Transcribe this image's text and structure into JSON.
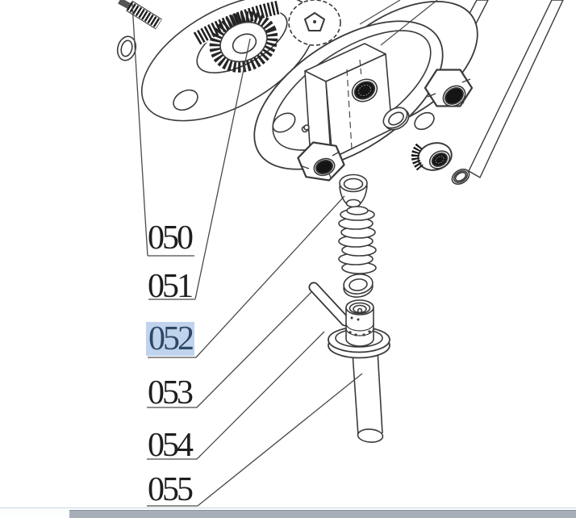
{
  "window": {
    "background": "#ffffff"
  },
  "diagram": {
    "description": "Exploded-view technical line drawing of a pump valve assembly",
    "line_color": "#3a3a3a",
    "dark_fill": "#181818",
    "parts": [
      {
        "name": "threaded-bolt"
      },
      {
        "name": "mounting-flange-plate"
      },
      {
        "name": "spur-gear"
      },
      {
        "name": "gear-with-star-hub"
      },
      {
        "name": "housing-flange"
      },
      {
        "name": "valve-block"
      },
      {
        "name": "cap-nut-left"
      },
      {
        "name": "cap-nut-right"
      },
      {
        "name": "sealing-ring-washer"
      },
      {
        "name": "threaded-fitting"
      },
      {
        "name": "o-ring"
      },
      {
        "name": "spring-seat-cup",
        "label": "052"
      },
      {
        "name": "coil-spring"
      },
      {
        "name": "flat-washer"
      },
      {
        "name": "pin-rod",
        "label": "053"
      },
      {
        "name": "valve-guide-cage",
        "label": "054"
      },
      {
        "name": "delivery-tube",
        "label": "055"
      },
      {
        "name": "stud-rod-upper"
      },
      {
        "name": "stud-rod-lower"
      }
    ]
  },
  "labels": [
    {
      "text": "050",
      "selected": false
    },
    {
      "text": "051",
      "selected": false
    },
    {
      "text": "052",
      "selected": true
    },
    {
      "text": "053",
      "selected": false
    },
    {
      "text": "054",
      "selected": false
    },
    {
      "text": "055",
      "selected": false
    }
  ],
  "selection": {
    "highlight_background": "#bfd4ec",
    "highlight_text_color": "#2e4766"
  },
  "scrollbar": {
    "orientation": "horizontal",
    "thumb_color": "#a8aeb8",
    "track_line_color": "#ccdae0",
    "thumb_start_fraction": 0.12
  }
}
